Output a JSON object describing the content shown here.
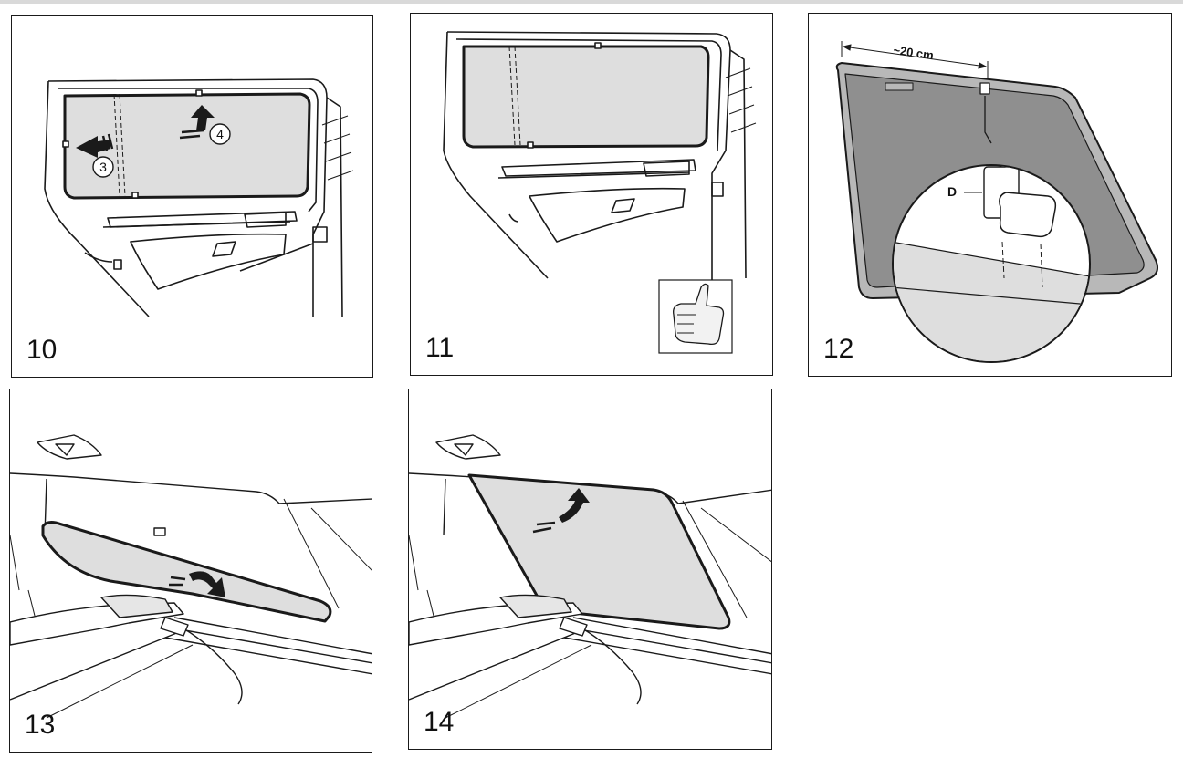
{
  "figure": {
    "steps": [
      {
        "number": "10"
      },
      {
        "number": "11"
      },
      {
        "number": "12"
      },
      {
        "number": "13"
      },
      {
        "number": "14"
      }
    ],
    "callouts": {
      "step3_marker": "3",
      "step4_marker": "4",
      "distance_label": "~20 cm",
      "part_label": "D"
    }
  },
  "colors": {
    "line": "#1a1a1a",
    "shade_fill": "#dedede",
    "shade_dark": "#b8b8b8",
    "background": "#ffffff"
  },
  "icons": {
    "thumbs_up": "thumbs-up-icon"
  }
}
